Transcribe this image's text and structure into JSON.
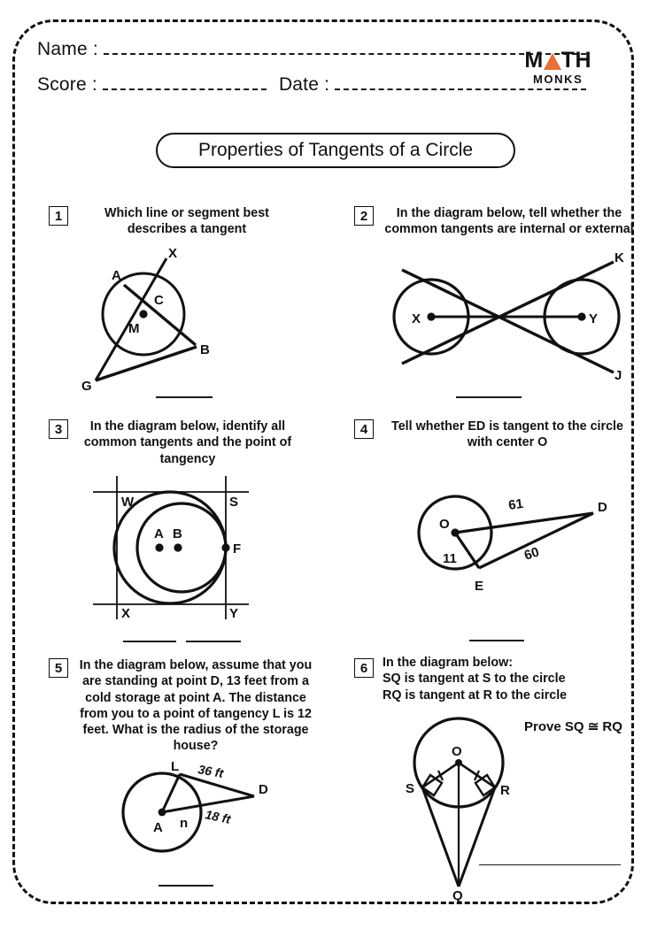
{
  "header": {
    "name_label": "Name :",
    "score_label": "Score :",
    "date_label": "Date :",
    "logo_top_1": "M",
    "logo_top_2": "TH",
    "logo_bottom": "MONKS",
    "logo_accent_color": "#E8703A"
  },
  "title": "Properties of Tangents of a Circle",
  "problems": [
    {
      "number": "1",
      "text": "Which line or segment best describes a tangent",
      "labels": {
        "A": "A",
        "X": "X",
        "C": "C",
        "M": "M",
        "B": "B",
        "G": "G"
      }
    },
    {
      "number": "2",
      "text": "In the diagram below, tell whether the common tangents are internal or external",
      "labels": {
        "X": "X",
        "Y": "Y",
        "K": "K",
        "J": "J"
      }
    },
    {
      "number": "3",
      "text": "In the diagram below, identify all common tangents and the point of tangency",
      "labels": {
        "W": "W",
        "S": "S",
        "A": "A",
        "B": "B",
        "F": "F",
        "X": "X",
        "Y": "Y"
      }
    },
    {
      "number": "4",
      "text": "Tell whether ED is tangent to the circle with center O",
      "labels": {
        "O": "O",
        "D": "D",
        "E": "E",
        "radius": "11",
        "od": "61",
        "ed": "60"
      }
    },
    {
      "number": "5",
      "text": "In the diagram below, assume that you are standing at point D, 13 feet from a cold storage at point A. The distance from you to a point of tangency L is 12 feet. What is the radius of the storage house?",
      "labels": {
        "L": "L",
        "D": "D",
        "A": "A",
        "n": "n",
        "tangent_len": "36 ft",
        "secant_len": "18 ft"
      }
    },
    {
      "number": "6",
      "text_line1": "In the diagram below:",
      "text_line2": "SQ is tangent at S to the circle",
      "text_line3": "RQ is tangent at R to the circle",
      "prove": "Prove SQ ≅ RQ",
      "labels": {
        "O": "O",
        "S": "S",
        "R": "R",
        "Q": "Q"
      }
    }
  ]
}
